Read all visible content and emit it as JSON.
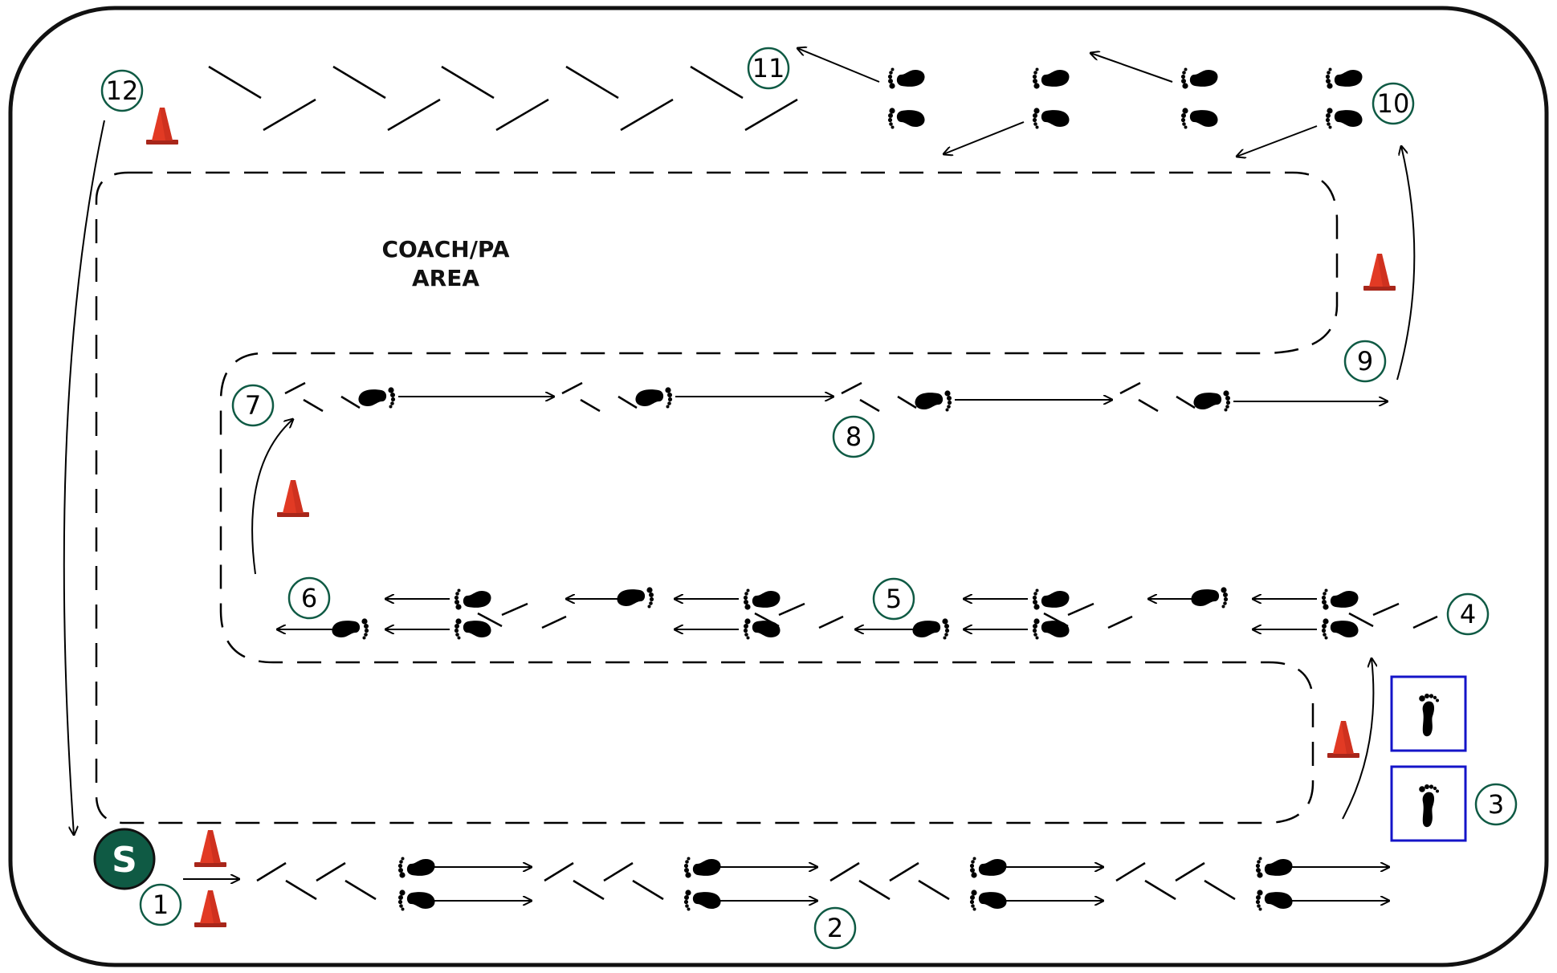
{
  "title": "",
  "area_label": {
    "line1": "COACH/PA",
    "line2": "AREA"
  },
  "start_marker": "S",
  "stations": [
    "1",
    "2",
    "3",
    "4",
    "5",
    "6",
    "7",
    "8",
    "9",
    "10",
    "11",
    "12"
  ],
  "colors": {
    "border": "#111111",
    "station_ring": "#0f5a44",
    "start_fill": "#0f5a44",
    "cone": "#e23a24",
    "cone_dark": "#a8261a",
    "box": "#1414c8",
    "ink": "#000000"
  },
  "icons": [
    "footprint-icon",
    "cone-icon",
    "arrow-icon",
    "start-badge"
  ]
}
